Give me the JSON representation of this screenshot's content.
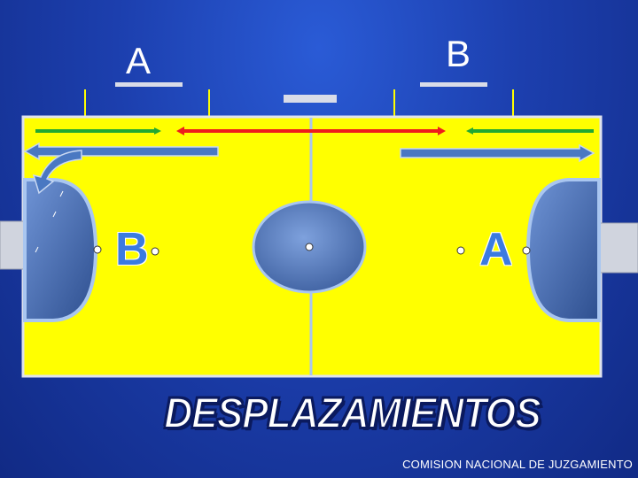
{
  "labels": {
    "top_team_left": "A",
    "top_team_right": "B",
    "court_left": "B",
    "court_right": "A"
  },
  "title": "DESPLAZAMIENTOS",
  "footer": "COMISION NACIONAL DE JUZGAMIENTO",
  "colors": {
    "court": "#ffff00",
    "background": "#1c3fae",
    "zone_fill": "#4a6fb0",
    "zone_border": "#a9c6f0",
    "green_arrow": "#22a832",
    "red_arrow": "#ee1c1c",
    "blue_arrow": "#4a78c2"
  }
}
